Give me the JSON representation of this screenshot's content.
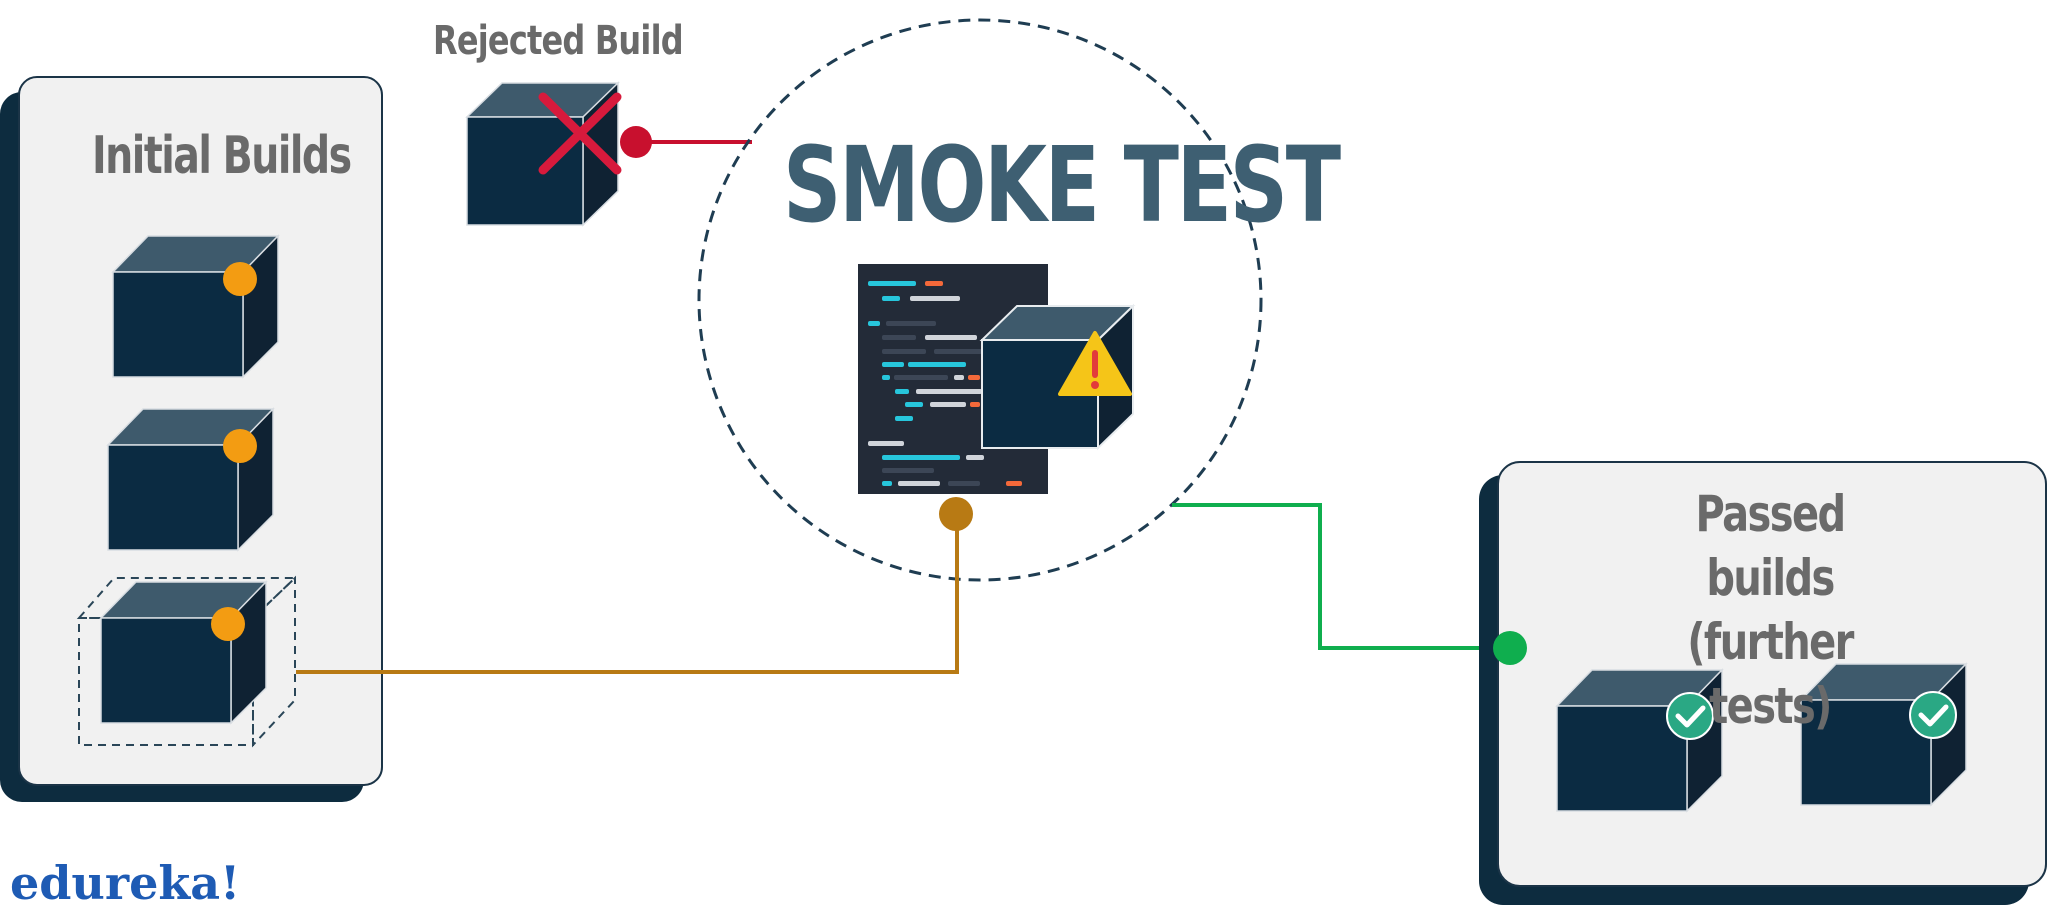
{
  "diagram": {
    "rejected_label": "Rejected Build",
    "initial_label": "Initial Builds",
    "smoke_label": "SMOKE TEST",
    "passed_label_line1": "Passed builds",
    "passed_label_line2": "(further tests)",
    "brand": "edureka!"
  },
  "colors": {
    "cube_front": "#0b2b42",
    "cube_top": "#3e5a6c",
    "cube_side": "#0f2233",
    "panel_fill": "#f1f1f1",
    "panel_shadow": "#0d2c3f",
    "pending_dot": "#f39c12",
    "reject_red": "#c8102e",
    "reject_x": "#d71a3c",
    "test_line": "#b87a14",
    "pass_green": "#0fae4e",
    "check_badge": "#2aa884",
    "warning_yellow": "#f5c518",
    "smoke_title": "#3e5f72",
    "label_gray": "#6a6a6a",
    "brand_blue": "#1e5bb4"
  },
  "icons": [
    "build-cube-icon",
    "reject-x-icon",
    "warning-icon",
    "checkmark-icon",
    "code-editor-icon"
  ]
}
